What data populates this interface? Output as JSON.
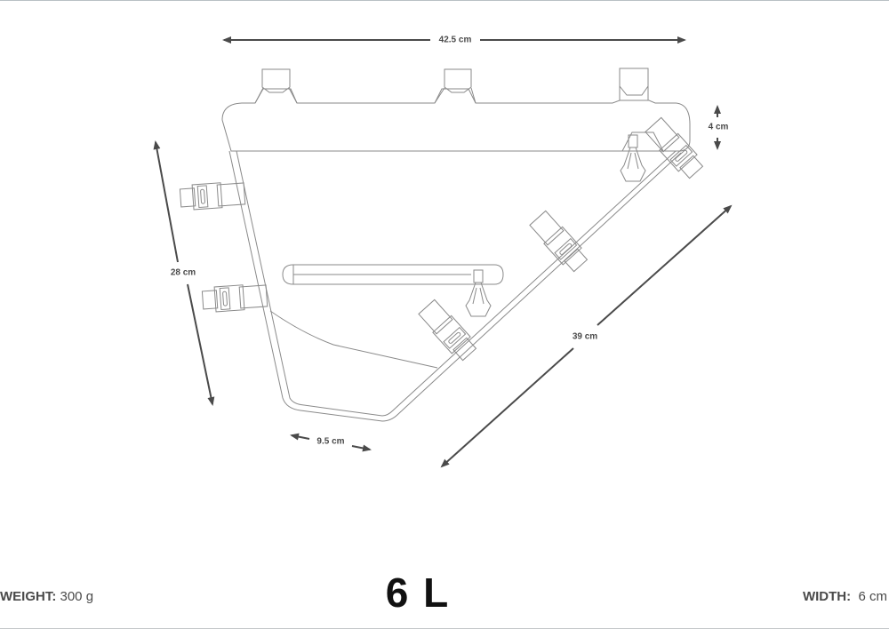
{
  "dimensions": {
    "top_length": "42.5 cm",
    "top_height": "4 cm",
    "front_height": "28 cm",
    "bottom_length": "9.5 cm",
    "diagonal_length": "39 cm"
  },
  "specs": {
    "weight_label": "WEIGHT:",
    "weight_value": "300 g",
    "volume": "6 L",
    "width_label": "WIDTH:",
    "width_value": "6 cm"
  },
  "colors": {
    "outline": "#8a8a8a",
    "dimension": "#4a4a4a",
    "volume_text": "#111111",
    "border": "#b9c0c4"
  }
}
